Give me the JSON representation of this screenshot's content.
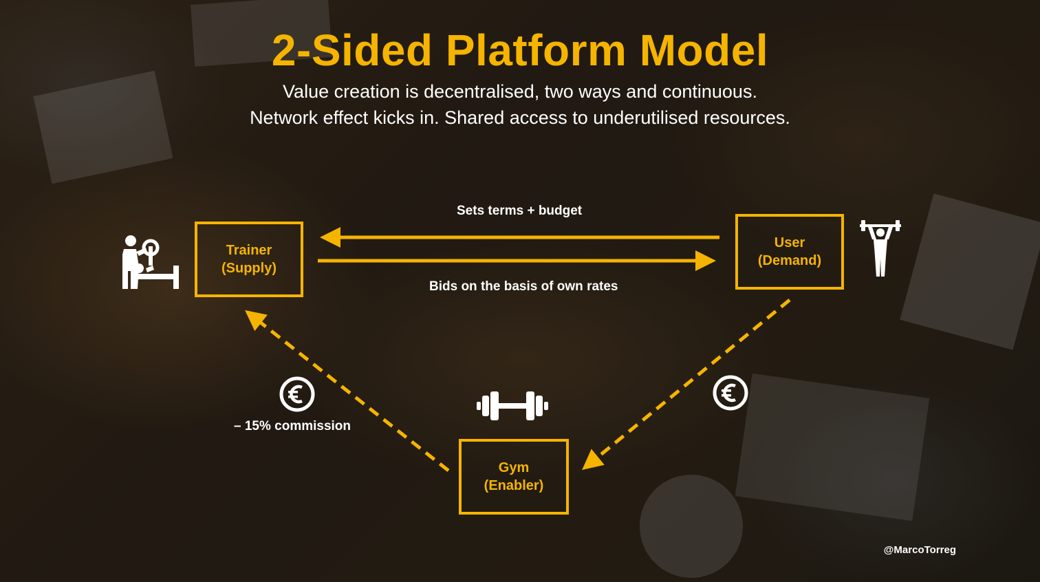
{
  "title": "2-Sided Platform Model",
  "subtitle": {
    "line1": "Value creation is decentralised, two ways and continuous.",
    "line2": "Network effect kicks in. Shared access to underutilised resources."
  },
  "nodes": {
    "trainer": {
      "name": "Trainer",
      "role": "(Supply)"
    },
    "user": {
      "name": "User",
      "role": "(Demand)"
    },
    "gym": {
      "name": "Gym",
      "role": "(Enabler)"
    }
  },
  "edges": {
    "user_to_trainer": "Sets terms + budget",
    "trainer_to_user": "Bids on the basis of own rates",
    "commission": "– 15% commission"
  },
  "icons": {
    "trainer": "personal-trainer-icon",
    "user": "weightlifter-icon",
    "gym": "dumbbell-icon",
    "currency": "euro-coin-icon"
  },
  "colors": {
    "accent": "#f5b400",
    "text": "#ffffff"
  },
  "watermark": "@MarcoTorreg"
}
